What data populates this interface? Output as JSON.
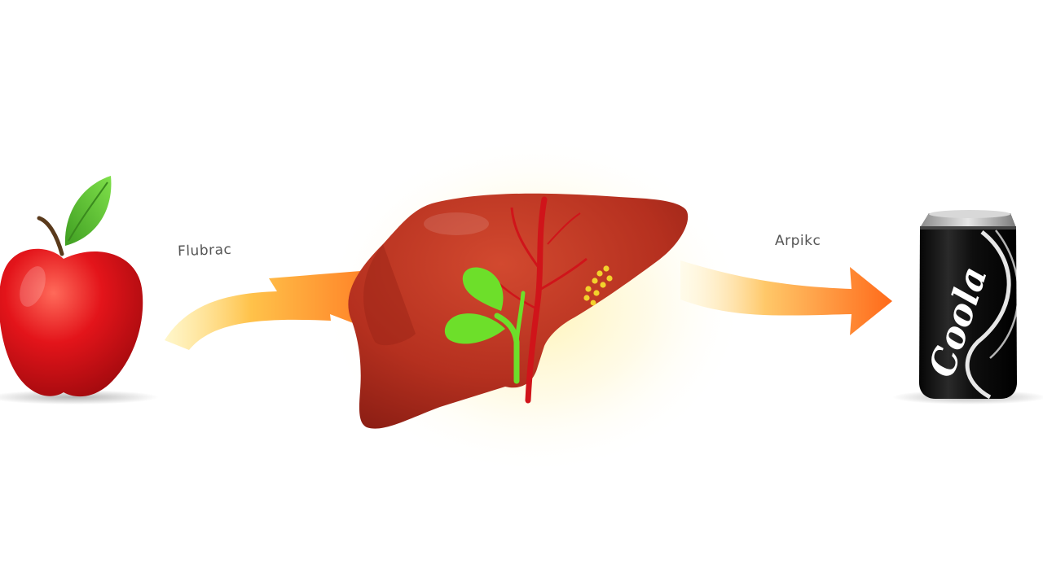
{
  "labels": {
    "left_arrow": "Flubrac",
    "right_arrow": "Arpikc"
  },
  "can_brand": "Coola",
  "icons": [
    "apple-icon",
    "liver-icon",
    "gallbladder-icon",
    "soda-can-icon",
    "arrow-icon"
  ],
  "colors": {
    "background": "#ffffff",
    "apple_red": "#e3141a",
    "leaf_green": "#5fc93a",
    "liver_red": "#b5301f",
    "gallbladder_green": "#6ddf2a",
    "fat_yellow": "#f2d22c",
    "arrow_start": "#ffe27a",
    "arrow_end": "#ff6a1a",
    "can_black": "#141414",
    "glow": "#fff6c8"
  }
}
